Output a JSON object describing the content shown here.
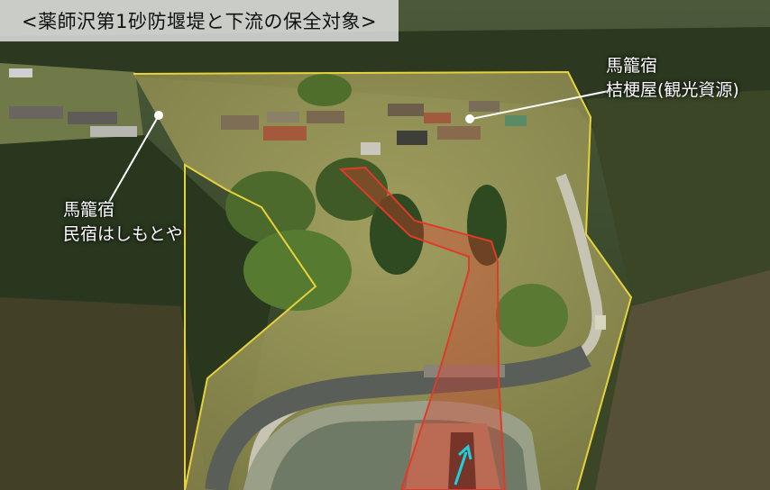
{
  "title": "<薬師沢第1砂防堰堤と下流の保全対象>",
  "annotations": {
    "right": {
      "line1": "馬籠宿",
      "line2": "桔梗屋(観光資源)"
    },
    "left": {
      "line1": "馬籠宿",
      "line2": "民宿はしもとや"
    }
  },
  "colors": {
    "protected_area_outline": "#e6d23a",
    "channel_overlay": "#e03a2a",
    "flow_arrow": "#19d4e0"
  },
  "icons": {
    "flow_direction": "arrow-up-icon"
  }
}
